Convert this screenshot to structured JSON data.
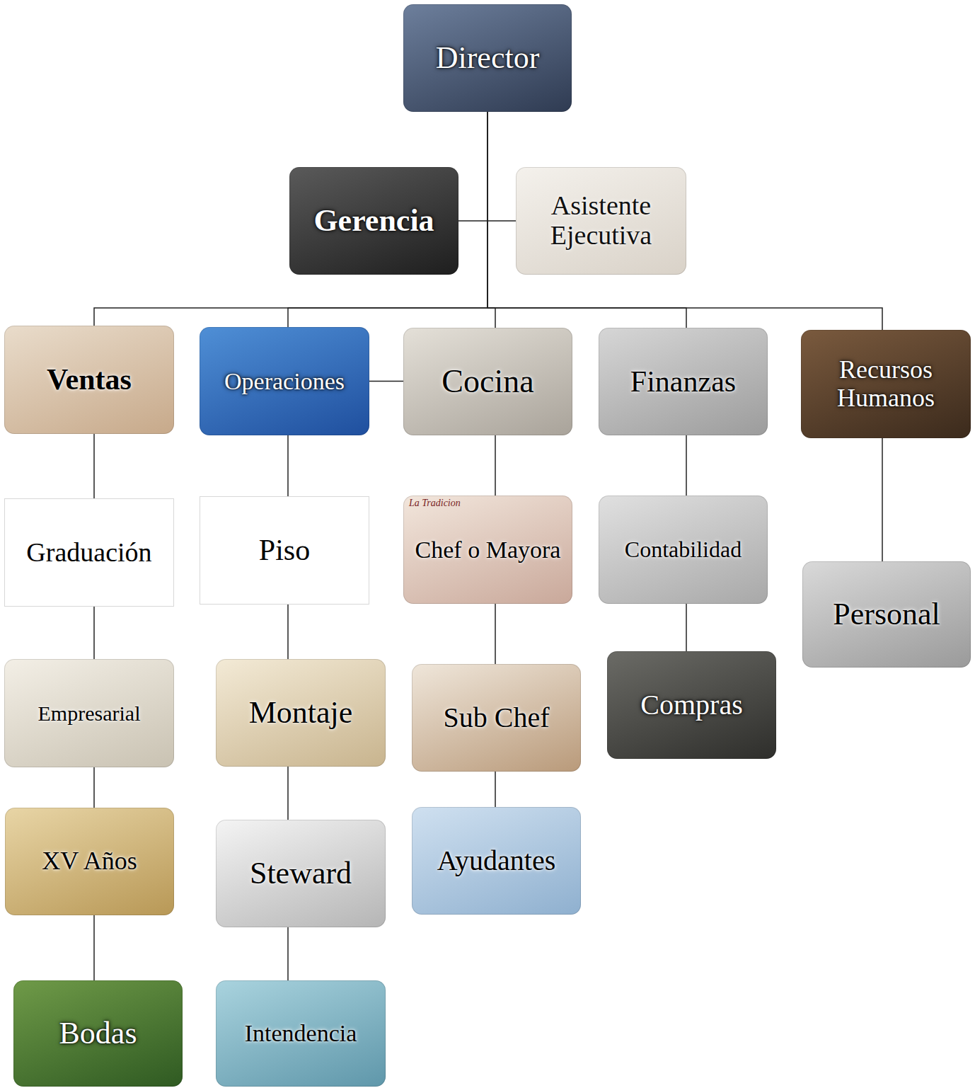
{
  "diagram": {
    "nodes": [
      {
        "text": [
          "Director"
        ]
      },
      {
        "text": [
          "Gerencia"
        ]
      },
      {
        "text": [
          "Asistente Ejecutiva"
        ]
      },
      {
        "text": [
          "Ventas"
        ]
      },
      {
        "text": [
          "Operaciones"
        ]
      },
      {
        "text": [
          "Cocina"
        ]
      },
      {
        "text": [
          "Finanzas"
        ]
      },
      {
        "text": [
          "Recursos Humanos"
        ]
      },
      {
        "text": [
          "Graduación"
        ]
      },
      {
        "text": [
          "Piso"
        ]
      },
      {
        "text": [
          "Chef o Mayora"
        ]
      },
      {
        "text": [
          "Contabilidad"
        ]
      },
      {
        "text": [
          "Personal"
        ]
      },
      {
        "text": [
          "Empresarial"
        ]
      },
      {
        "text": [
          "Montaje"
        ]
      },
      {
        "text": [
          "Sub Chef"
        ]
      },
      {
        "text": [
          "Compras"
        ]
      },
      {
        "text": [
          "XV Años"
        ]
      },
      {
        "text": [
          "Steward"
        ]
      },
      {
        "text": [
          "Ayudantes"
        ]
      },
      {
        "text": [
          "Bodas"
        ]
      },
      {
        "text": [
          "Intendencia"
        ]
      }
    ],
    "edges": [
      {
        "from": 0,
        "to": 1,
        "arrow": "none"
      },
      {
        "from": 0,
        "to": 2,
        "arrow": "none"
      },
      {
        "from": 0,
        "to": 3,
        "arrow": "none"
      },
      {
        "from": 0,
        "to": 4,
        "arrow": "none"
      },
      {
        "from": 0,
        "to": 5,
        "arrow": "none"
      },
      {
        "from": 0,
        "to": 6,
        "arrow": "none"
      },
      {
        "from": 0,
        "to": 7,
        "arrow": "none"
      },
      {
        "from": 4,
        "to": 5,
        "arrow": "none"
      },
      {
        "from": 3,
        "to": 8,
        "arrow": "none"
      },
      {
        "from": 8,
        "to": 13,
        "arrow": "none"
      },
      {
        "from": 13,
        "to": 17,
        "arrow": "none"
      },
      {
        "from": 17,
        "to": 20,
        "arrow": "none"
      },
      {
        "from": 4,
        "to": 9,
        "arrow": "none"
      },
      {
        "from": 9,
        "to": 14,
        "arrow": "none"
      },
      {
        "from": 14,
        "to": 18,
        "arrow": "none"
      },
      {
        "from": 18,
        "to": 21,
        "arrow": "none"
      },
      {
        "from": 5,
        "to": 10,
        "arrow": "none"
      },
      {
        "from": 10,
        "to": 15,
        "arrow": "none"
      },
      {
        "from": 15,
        "to": 19,
        "arrow": "none"
      },
      {
        "from": 6,
        "to": 11,
        "arrow": "none"
      },
      {
        "from": 11,
        "to": 16,
        "arrow": "none"
      },
      {
        "from": 7,
        "to": 12,
        "arrow": "none"
      }
    ],
    "labels": [
      "La Tradicion"
    ]
  }
}
